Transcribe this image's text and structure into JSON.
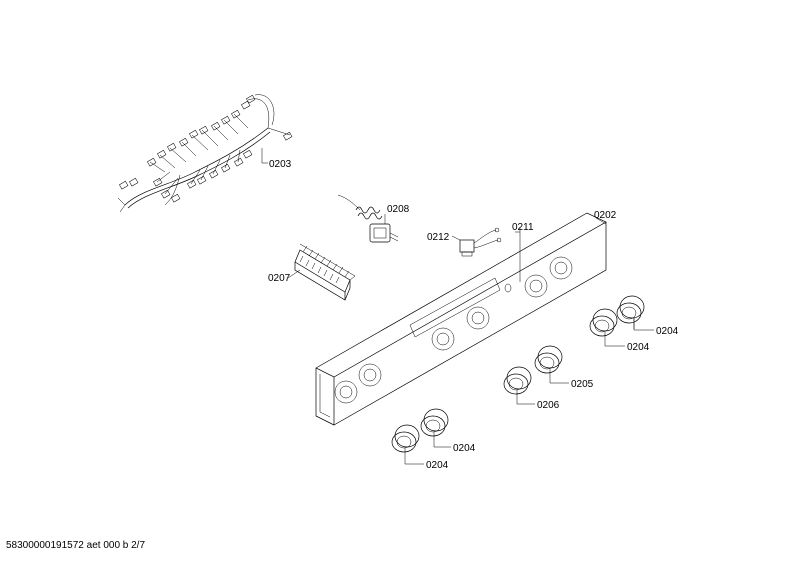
{
  "labels": {
    "p0203": "0203",
    "p0208": "0208",
    "p0212": "0212",
    "p0211": "0211",
    "p0202": "0202",
    "p0207": "0207",
    "p0204_a": "0204",
    "p0204_b": "0204",
    "p0205": "0205",
    "p0206": "0206",
    "p0204_c": "0204",
    "p0204_d": "0204"
  },
  "footer": "58300000191572 aet 000 b 2/7"
}
